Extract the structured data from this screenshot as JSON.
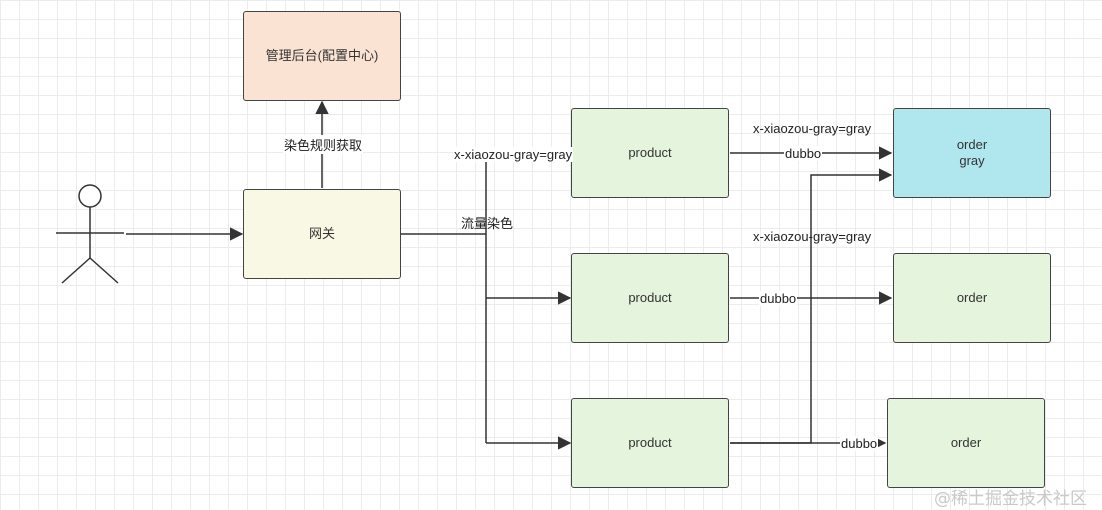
{
  "colors": {
    "config": "#fbe3d4",
    "gateway": "#f8f8e4",
    "product": "#e5f4dd",
    "order": "#e5f4dd",
    "order_gray": "#b0e6ee",
    "line": "#333333"
  },
  "nodes": {
    "config": "管理后台(配置中心)",
    "gateway": "网关",
    "product1": "product",
    "product2": "product",
    "product3": "product",
    "order1": {
      "line1": "order",
      "line2": "gray"
    },
    "order2": "order",
    "order3": "order"
  },
  "labels": {
    "rule_fetch": "染色规则获取",
    "header_top": "x-xiaozou-gray=gray",
    "traffic_color": "流量染色",
    "header_right1": "x-xiaozou-gray=gray",
    "header_right2": "x-xiaozou-gray=gray",
    "dubbo1": "dubbo",
    "dubbo2": "dubbo",
    "dubbo3": "dubbo"
  },
  "watermark": "@稀土掘金技术社区"
}
